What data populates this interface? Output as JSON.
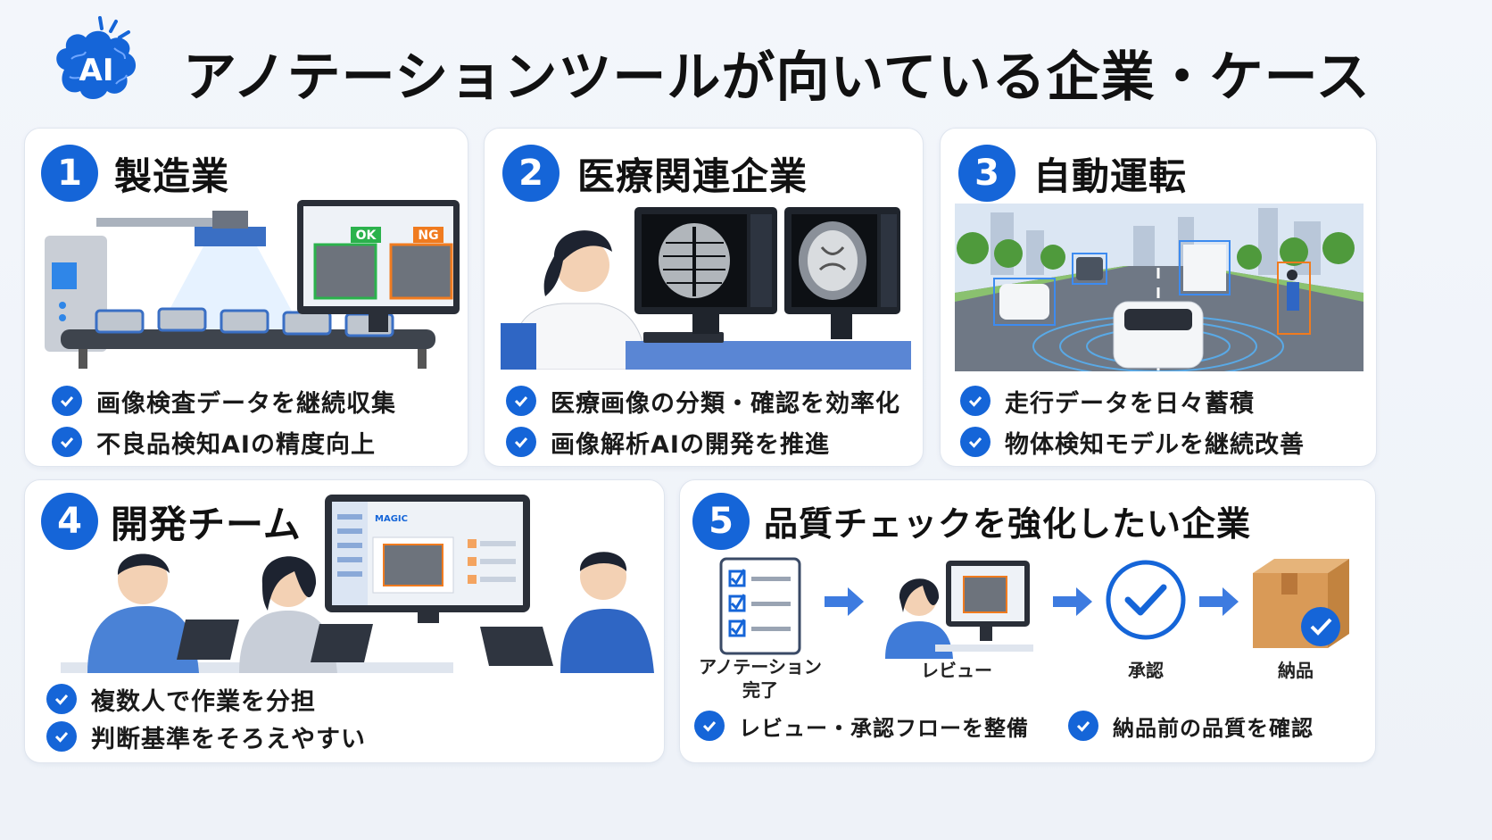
{
  "title": "アノテーションツールが向いている企業・ケース",
  "logo_text": "AI",
  "colors": {
    "accent": "#1565d8",
    "ok": "#2bb24c",
    "ng": "#f07b1f"
  },
  "cards": [
    {
      "number": "1",
      "title": "製造業",
      "badges": {
        "ok": "OK",
        "ng": "NG"
      },
      "bullets": [
        "画像検査データを継続収集",
        "不良品検知AIの精度向上"
      ]
    },
    {
      "number": "2",
      "title": "医療関連企業",
      "bullets": [
        "医療画像の分類・確認を効率化",
        "画像解析AIの開発を推進"
      ]
    },
    {
      "number": "3",
      "title": "自動運転",
      "bullets": [
        "走行データを日々蓄積",
        "物体検知モデルを継続改善"
      ]
    },
    {
      "number": "4",
      "title": "開発チーム",
      "screen_brand": "MAGIC",
      "bullets": [
        "複数人で作業を分担",
        "判断基準をそろえやすい"
      ]
    },
    {
      "number": "5",
      "title": "品質チェックを強化したい企業",
      "flow": [
        "アノテーション\n完了",
        "レビュー",
        "承認",
        "納品"
      ],
      "bullets": [
        "レビュー・承認フローを整備",
        "納品前の品質を確認"
      ]
    }
  ]
}
